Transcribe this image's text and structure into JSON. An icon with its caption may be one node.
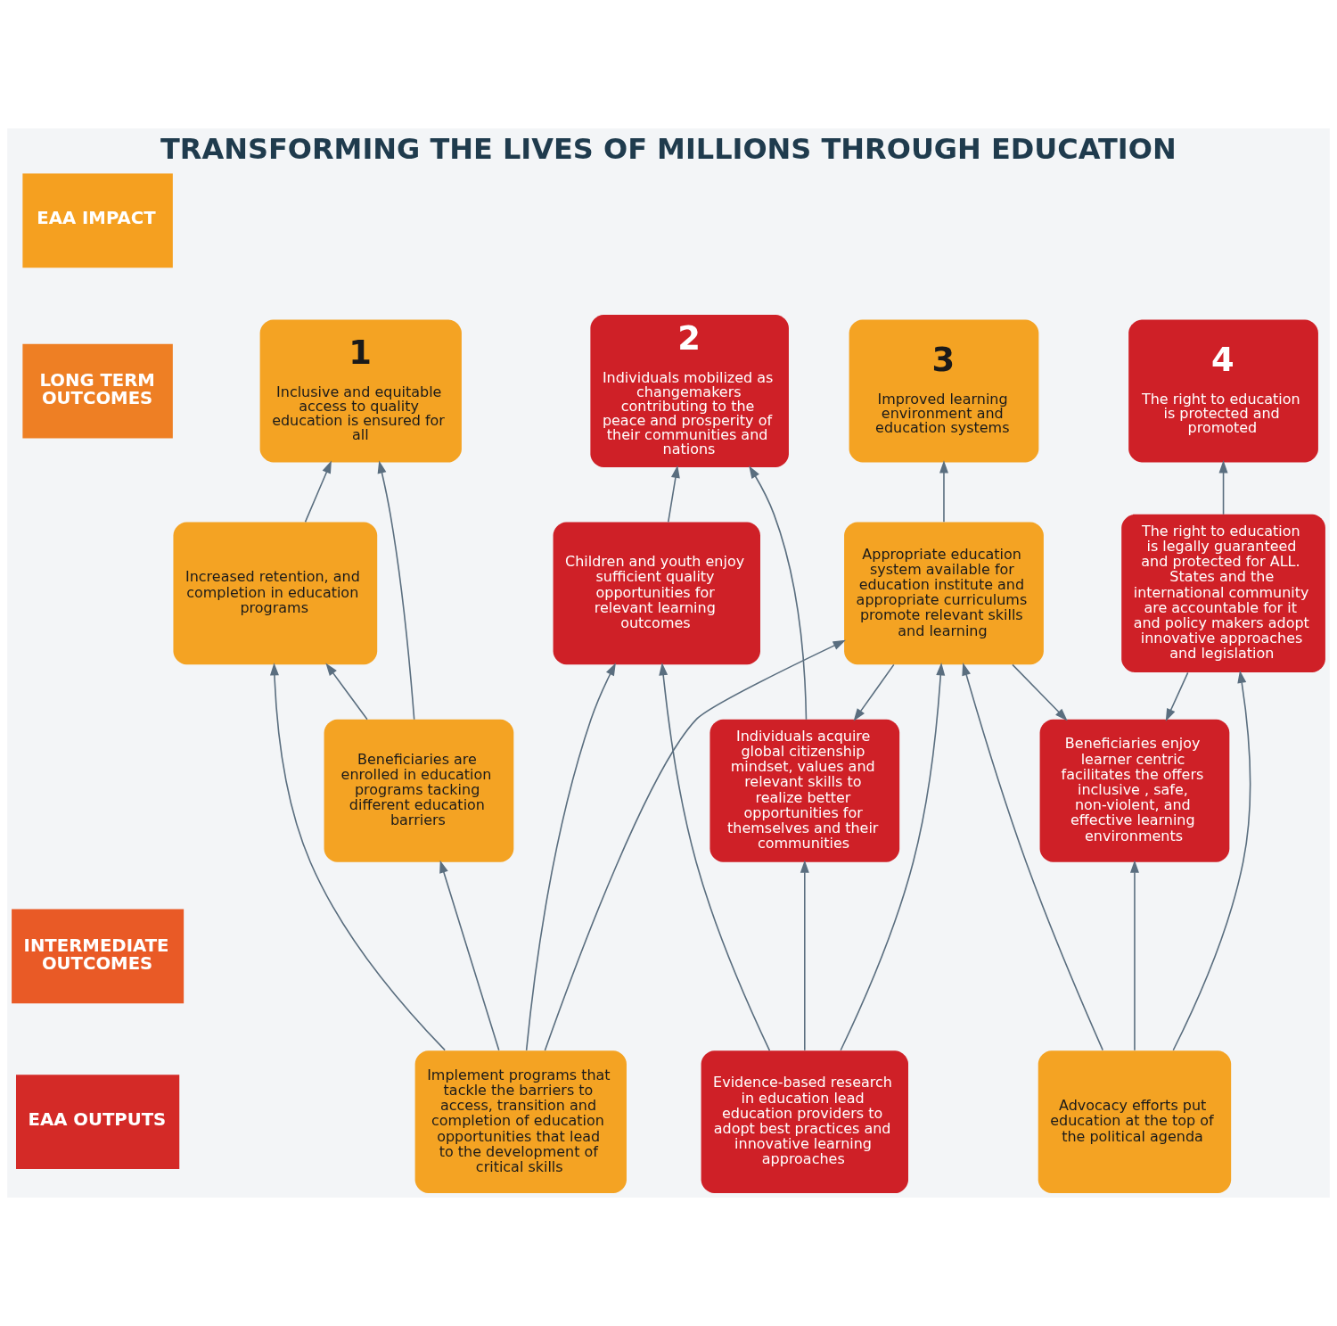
{
  "diagram": {
    "title": "TRANSFORMING THE LIVES OF MILLIONS THROUGH EDUCATION",
    "nodes": [
      {
        "text": [
          "EAA IMPACT"
        ]
      },
      {
        "text": [
          "LONG TERM OUTCOMES"
        ]
      },
      {
        "text": [
          "INTERMEDIATE OUTCOMES"
        ]
      },
      {
        "text": [
          "EAA OUTPUTS"
        ]
      },
      {
        "text": [
          "1",
          "Inclusive and equitable access to quality education is ensured for all"
        ]
      },
      {
        "text": [
          "2",
          "Individuals mobilized as changemakers contributing to the peace and prosperity of their communities and nations"
        ]
      },
      {
        "text": [
          "3",
          "Improved learning environment and education systems"
        ]
      },
      {
        "text": [
          "4",
          "The right to education is protected and promoted"
        ]
      },
      {
        "text": [
          "Beneficiaries are enrolled in education programs tacking different education barriers"
        ]
      },
      {
        "text": [
          "Individuals acquire global citizenship mindset, values and relevant skills to realize better opportunities for themselves and their communities"
        ]
      },
      {
        "text": [
          "Beneficiaries enjoy learner centric facilitates the offers inclusive , safe, non-violent, and effective learning environments"
        ]
      },
      {
        "text": [
          "Increased retention, and completion in education programs"
        ]
      },
      {
        "text": [
          "Children and youth enjoy sufficient quality opportunities for relevant learning outcomes"
        ]
      },
      {
        "text": [
          "Appropriate education system available for education institute and appropriate curriculums promote relevant skills and learning"
        ]
      },
      {
        "text": [
          "The right to education is legally guaranteed and protected for ALL. States and the international community are accountable for it and policy makers adopt innovative approaches and legislation"
        ]
      },
      {
        "text": [
          "Implement programs that tackle the barriers to access, transition and completion of education opportunities that lead to the development of critical skills"
        ]
      },
      {
        "text": [
          "Evidence-based research in education lead education providers to adopt best practices and innovative learning approaches"
        ]
      },
      {
        "text": [
          "Advocacy efforts put education at the top of the political agenda"
        ]
      }
    ],
    "edges": [
      {
        "from": 8,
        "to": 4,
        "arrow": "to"
      },
      {
        "from": 11,
        "to": 4,
        "arrow": "to"
      },
      {
        "from": 8,
        "to": 11,
        "arrow": "to"
      },
      {
        "from": 15,
        "to": 11,
        "arrow": "to"
      },
      {
        "from": 15,
        "to": 8,
        "arrow": "to"
      },
      {
        "from": 15,
        "to": 12,
        "arrow": "to"
      },
      {
        "from": 15,
        "to": 13,
        "arrow": "to"
      },
      {
        "from": 12,
        "to": 5,
        "arrow": "to"
      },
      {
        "from": 9,
        "to": 5,
        "arrow": "to"
      },
      {
        "from": 16,
        "to": 9,
        "arrow": "to"
      },
      {
        "from": 16,
        "to": 12,
        "arrow": "to"
      },
      {
        "from": 16,
        "to": 13,
        "arrow": "to"
      },
      {
        "from": 13,
        "to": 9,
        "arrow": "to"
      },
      {
        "from": 13,
        "to": 6,
        "arrow": "to"
      },
      {
        "from": 13,
        "to": 10,
        "arrow": "to"
      },
      {
        "from": 17,
        "to": 13,
        "arrow": "to"
      },
      {
        "from": 17,
        "to": 10,
        "arrow": "to"
      },
      {
        "from": 17,
        "to": 14,
        "arrow": "to"
      },
      {
        "from": 14,
        "to": 7,
        "arrow": "to"
      },
      {
        "from": 14,
        "to": 10,
        "arrow": "to"
      }
    ]
  }
}
